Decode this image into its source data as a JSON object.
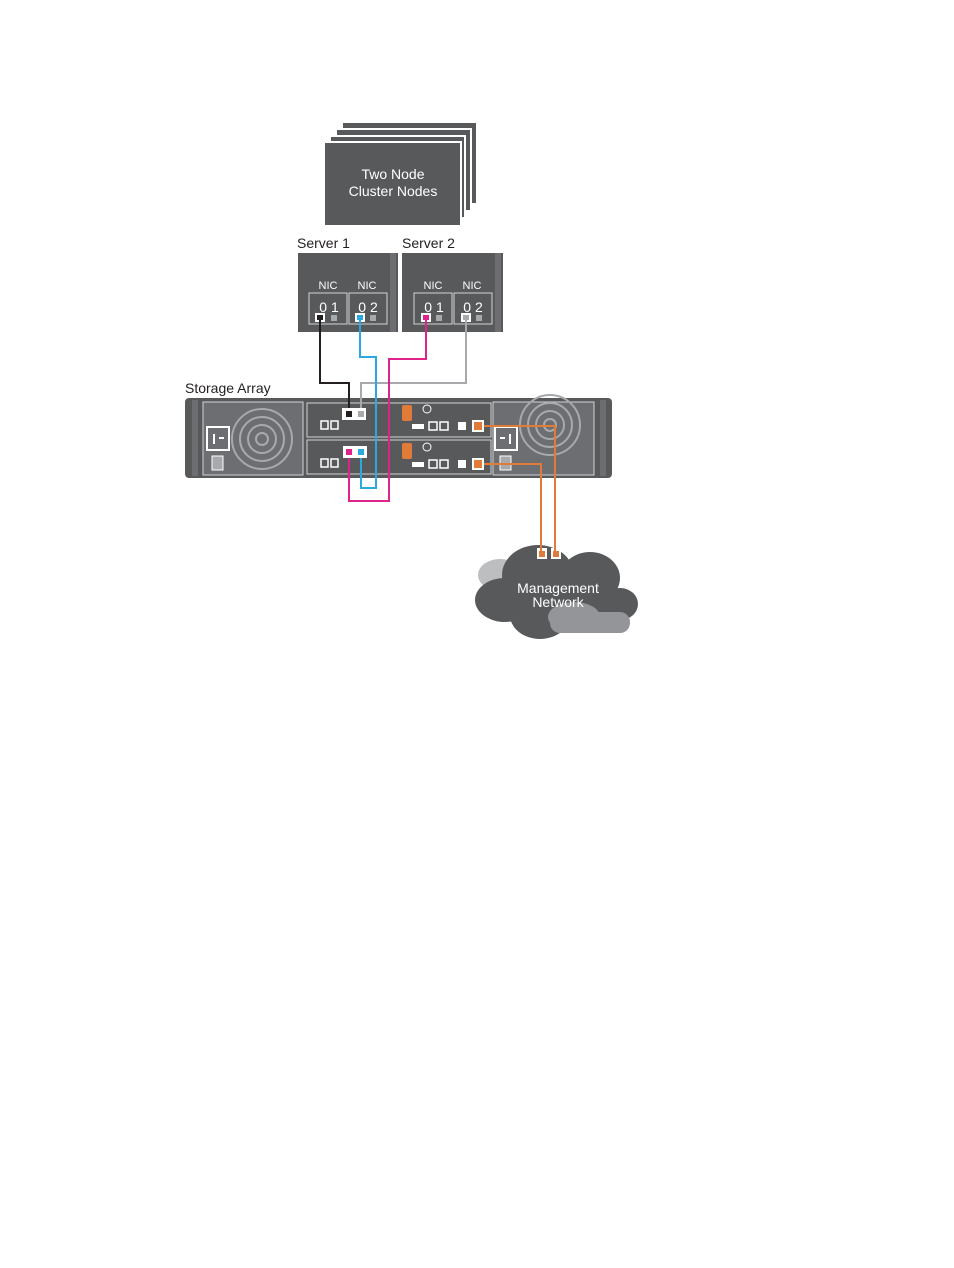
{
  "cluster": {
    "line1": "Two Node",
    "line2": "Cluster Nodes"
  },
  "servers": [
    {
      "label": "Server 1",
      "nics": [
        {
          "name": "NIC",
          "port": "0 1"
        },
        {
          "name": "NIC",
          "port": "0 2"
        }
      ]
    },
    {
      "label": "Server 2",
      "nics": [
        {
          "name": "NIC",
          "port": "0 1"
        },
        {
          "name": "NIC",
          "port": "0 2"
        }
      ]
    }
  ],
  "storage": {
    "label": "Storage Array"
  },
  "network": {
    "line1": "Management",
    "line2": "Network"
  },
  "colors": {
    "device": "#58595b",
    "cable_server1_nic1": "#231f20",
    "cable_server1_nic2": "#29a9e0",
    "cable_server2_nic1": "#e0228b",
    "cable_server2_nic2": "#a7a9ac",
    "cable_management": "#e07b39"
  }
}
